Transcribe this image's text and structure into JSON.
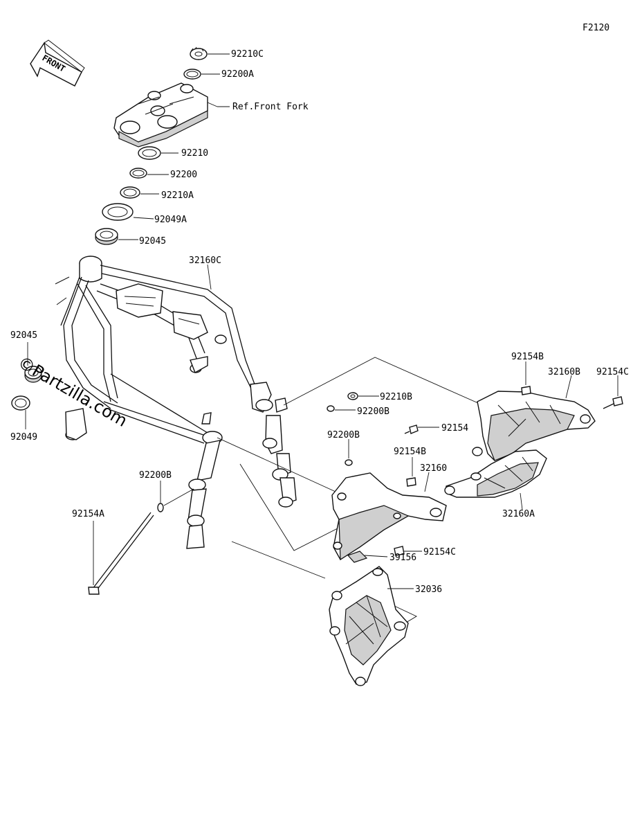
{
  "figure_id": "F2120",
  "front_label": "FRONT",
  "watermark": "©Partzilla.com",
  "labels": {
    "p92210C": "92210C",
    "p92200A": "92200A",
    "ref_front_fork": "Ref.Front Fork",
    "p92210": "92210",
    "p92200": "92200",
    "p92210A": "92210A",
    "p92049A": "92049A",
    "p92045_top": "92045",
    "p32160C": "32160C",
    "p92045_left": "92045",
    "p92049": "92049",
    "p92154B_top": "92154B",
    "p32160B": "32160B",
    "p92154C_right": "92154C",
    "p92210B": "92210B",
    "p92200B_mid": "92200B",
    "p92154": "92154",
    "p92200B_center": "92200B",
    "p92154B_mid": "92154B",
    "p32160": "32160",
    "p92200B_left": "92200B",
    "p92154A": "92154A",
    "p32160A": "32160A",
    "p92154C_bottom": "92154C",
    "p39156": "39156",
    "p32036": "32036"
  }
}
